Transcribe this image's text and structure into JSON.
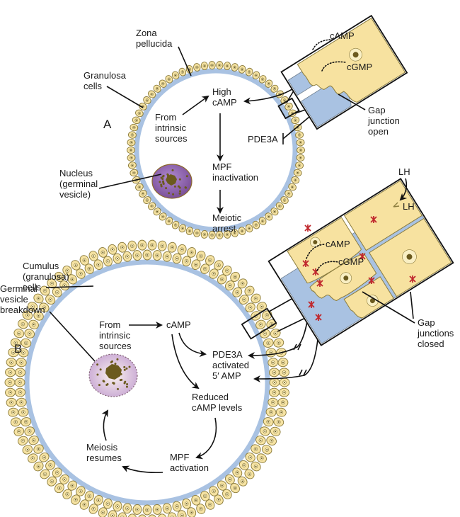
{
  "panel_a": {
    "letter": "A",
    "labels": {
      "zona_line1": "Zona",
      "zona_line2": "pellucida",
      "granulosa_line1": "Granulosa",
      "granulosa_line2": "cells",
      "nucleus_line1": "Nucleus",
      "nucleus_line2": "(germinal",
      "nucleus_line3": "vesicle)",
      "from_line1": "From",
      "from_line2": "intrinsic",
      "from_line3": "sources",
      "high_camp_line1": "High",
      "high_camp_line2": "cAMP",
      "mpf_line1": "MPF",
      "mpf_line2": "inactivation",
      "arrest_line1": "Meiotic",
      "arrest_line2": "arrest",
      "pde3a": "PDE3A"
    },
    "inset": {
      "camp": "cAMP",
      "cgmp": "cGMP",
      "gap_line1": "Gap",
      "gap_line2": "junction",
      "gap_line3": "open"
    }
  },
  "panel_b": {
    "letter": "B",
    "labels": {
      "cumulus_line1": "Cumulus",
      "cumulus_line2": "(granulosa)",
      "cumulus_line3": "cells",
      "gvb_line1": "Germinal",
      "gvb_line2": "vesicle",
      "gvb_line3": "breakdown",
      "from_line1": "From",
      "from_line2": "intrinsic",
      "from_line3": "sources",
      "camp": "cAMP",
      "pde3a_line1": "PDE3A",
      "pde3a_line2": "activated",
      "pde3a_line3": "5′ AMP",
      "reduced_line1": "Reduced",
      "reduced_line2": "cAMP levels",
      "mpf_line1": "MPF",
      "mpf_line2": "activation",
      "meiosis_line1": "Meiosis",
      "meiosis_line2": "resumes"
    },
    "inset": {
      "lh_outside": "LH",
      "lh_inside": "LH",
      "camp": "cAMP",
      "cgmp": "cGMP",
      "gap_line1": "Gap",
      "gap_line2": "junctions",
      "gap_line3": "closed"
    }
  },
  "colors": {
    "granulosa_cell": "#f6e3a3",
    "zona_pellucida": "#a9c2e2",
    "oocyte_nucleus": "#8c64a8",
    "gvbd_nucleus": "#d9c3df",
    "gap_junction_closed": "#c0282e"
  }
}
